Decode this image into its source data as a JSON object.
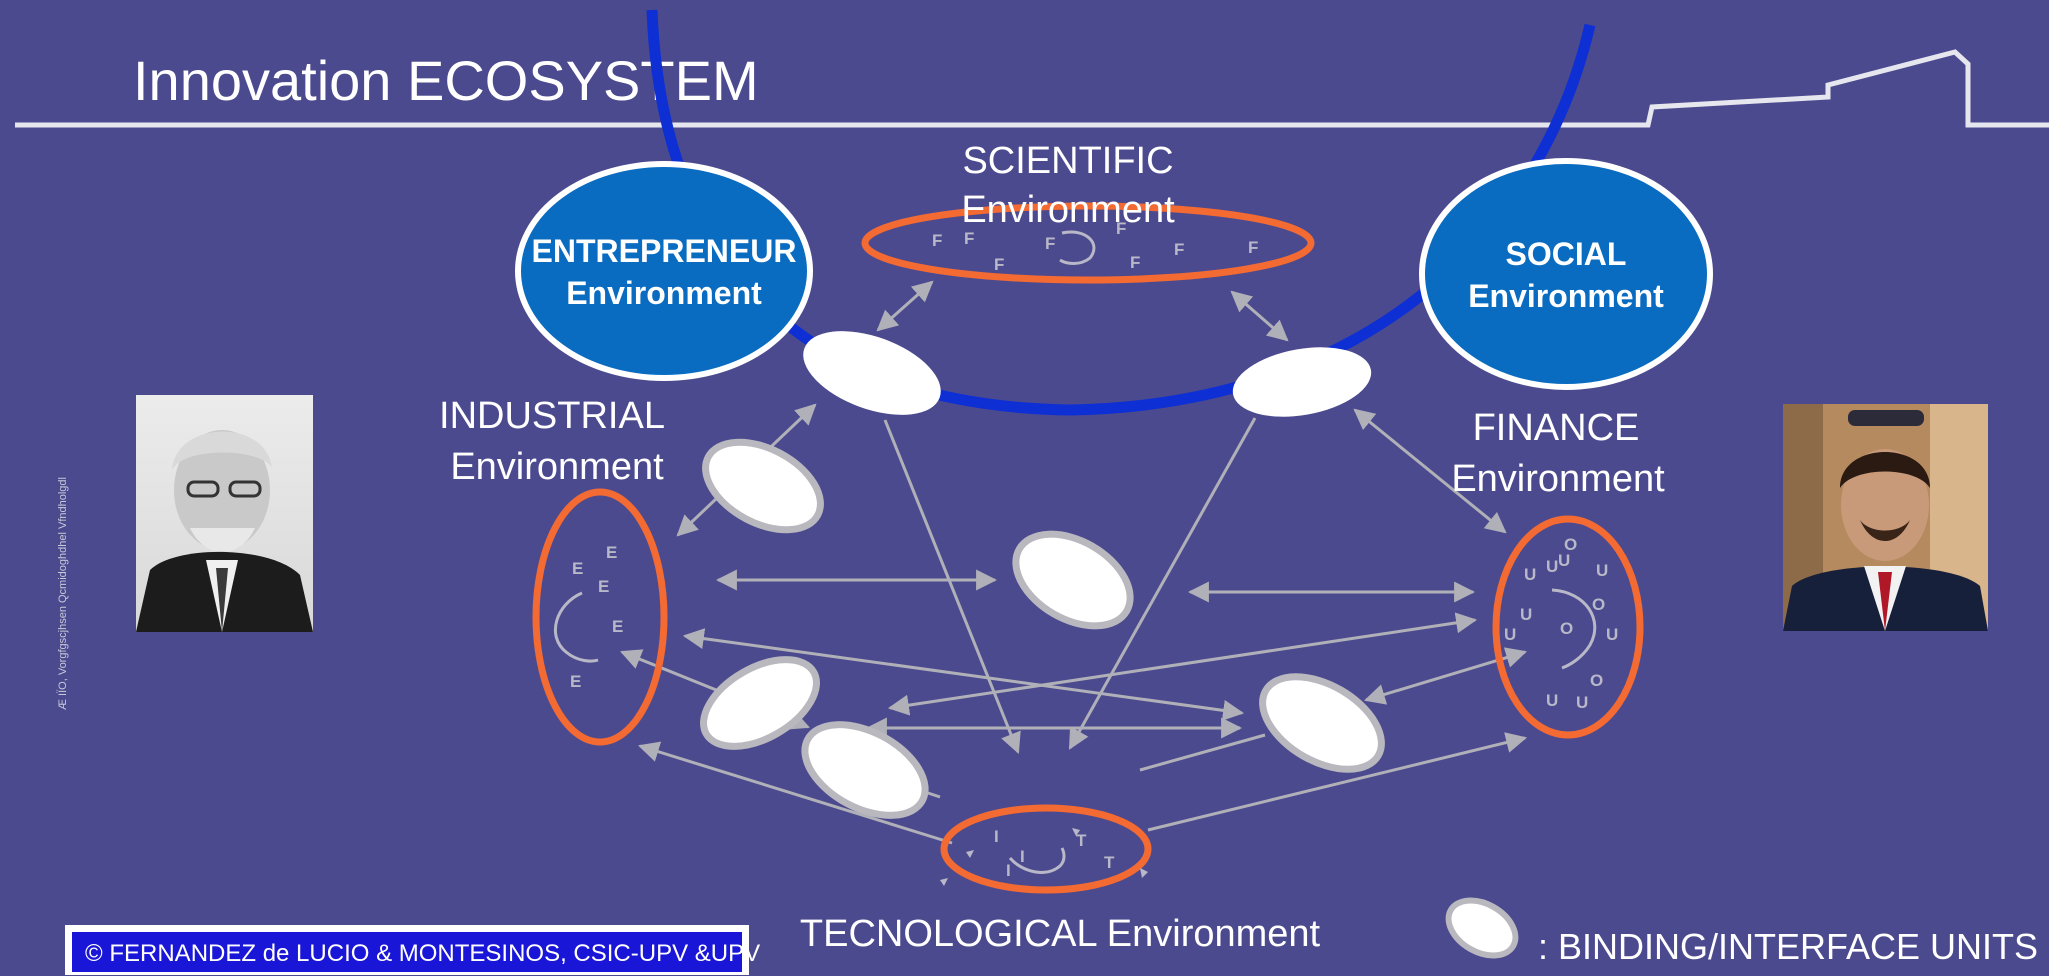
{
  "title": "Innovation ECOSYSTEM",
  "environments": {
    "scientific": [
      "SCIENTIFIC",
      "Environment"
    ],
    "industrial": [
      "INDUSTRIAL",
      "Environment"
    ],
    "finance": [
      "FINANCE",
      "Environment"
    ],
    "technological": "TECNOLOGICAL Environment",
    "entrepreneur": [
      "ENTREPRENEUR",
      "Environment"
    ],
    "social": [
      "SOCIAL",
      "Environment"
    ]
  },
  "unit_letters": {
    "scientific": "F",
    "industrial": "E",
    "finance": [
      "U",
      "O"
    ],
    "technological": [
      "I",
      "T"
    ]
  },
  "legend_label": ": BINDING/INTERFACE UNITS",
  "copyright": "© FERNANDEZ de LUCIO & MONTESINOS, CSIC-UPV &UPV",
  "side_text": "Æ IÏO, Vorgfgscjhsen Qcmidoghdhel Vfndholgdl",
  "photos": [
    "portrait-elderly-man",
    "portrait-young-man"
  ],
  "colors": {
    "background": "#4c4a8e",
    "bubble": "#0a6cc0",
    "environment_ring": "#f36a32",
    "arc": "#0d2fd4",
    "arrow": "#b0b0b8",
    "copyright_box": "#1a16d8"
  }
}
